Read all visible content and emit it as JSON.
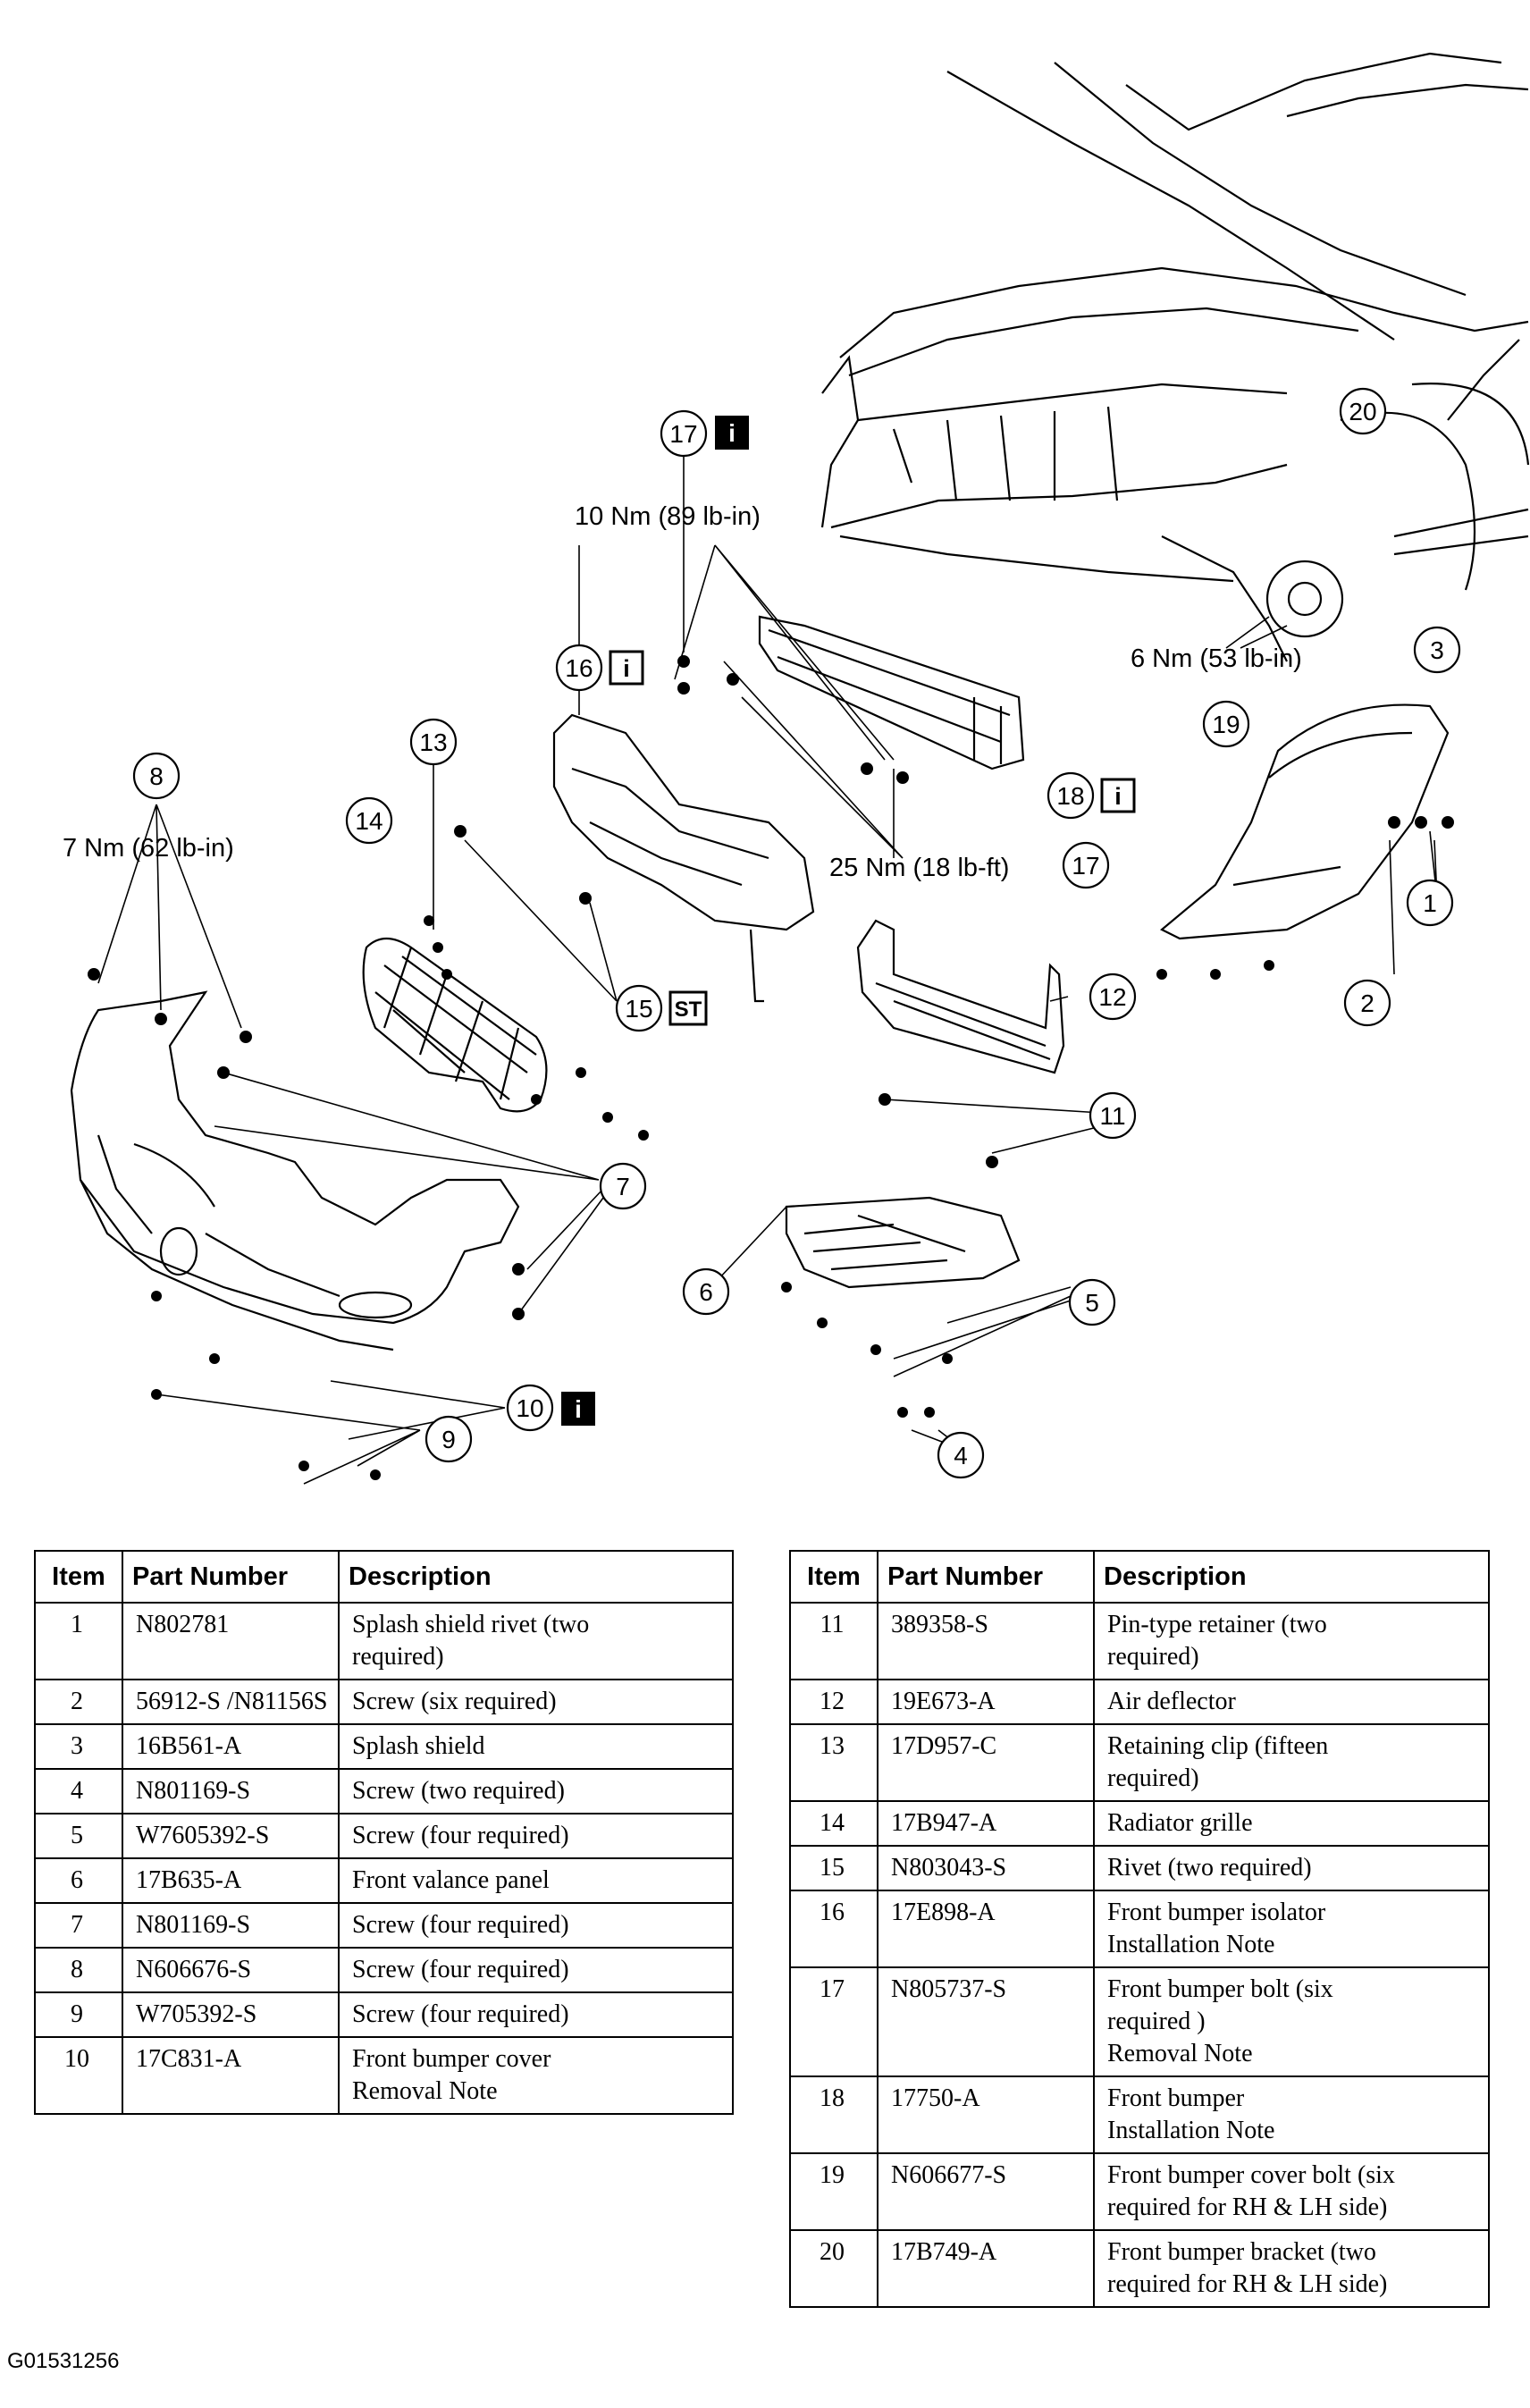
{
  "figure_code": "G01531256",
  "callouts": {
    "c1": "1",
    "c2": "2",
    "c3": "3",
    "c4": "4",
    "c5": "5",
    "c6": "6",
    "c7": "7",
    "c8": "8",
    "c9": "9",
    "c10": "10",
    "c11": "11",
    "c12": "12",
    "c13": "13",
    "c14": "14",
    "c15": "15",
    "c16": "16",
    "c17a": "17",
    "c17b": "17",
    "c18": "18",
    "c19": "19",
    "c20": "20"
  },
  "badges": {
    "info": "i",
    "special_tool": "ST"
  },
  "torque": {
    "t17": "10 Nm (89 lb-in)",
    "t19": "6 Nm (53 lb-in)",
    "t8": "7 Nm (62 lb-in)",
    "t17b": "25 Nm (18 lb-ft)"
  },
  "table_headers": {
    "item": "Item",
    "part": "Part Number",
    "desc": "Description"
  },
  "table_left": [
    {
      "item": "1",
      "part": "N802781",
      "desc": [
        "Splash shield rivet (two",
        "required)"
      ]
    },
    {
      "item": "2",
      "part": "56912-S /N81156S",
      "desc": [
        "Screw (six required)"
      ]
    },
    {
      "item": "3",
      "part": "16B561-A",
      "desc": [
        "Splash shield"
      ]
    },
    {
      "item": "4",
      "part": "N801169-S",
      "desc": [
        "Screw (two required)"
      ]
    },
    {
      "item": "5",
      "part": "W7605392-S",
      "desc": [
        "Screw (four required)"
      ]
    },
    {
      "item": "6",
      "part": "17B635-A",
      "desc": [
        "Front valance panel"
      ]
    },
    {
      "item": "7",
      "part": "N801169-S",
      "desc": [
        "Screw (four required)"
      ]
    },
    {
      "item": "8",
      "part": "N606676-S",
      "desc": [
        "Screw (four required)"
      ]
    },
    {
      "item": "9",
      "part": "W705392-S",
      "desc": [
        "Screw (four required)"
      ]
    },
    {
      "item": "10",
      "part": "17C831-A",
      "desc": [
        "Front bumper cover",
        "Removal Note"
      ]
    }
  ],
  "table_right": [
    {
      "item": "11",
      "part": "389358-S",
      "desc": [
        "Pin-type retainer (two",
        "required)"
      ]
    },
    {
      "item": "12",
      "part": "19E673-A",
      "desc": [
        "Air deflector"
      ]
    },
    {
      "item": "13",
      "part": "17D957-C",
      "desc": [
        "Retaining clip (fifteen",
        "required)"
      ]
    },
    {
      "item": "14",
      "part": "17B947-A",
      "desc": [
        "Radiator grille"
      ]
    },
    {
      "item": "15",
      "part": "N803043-S",
      "desc": [
        "Rivet (two required)"
      ]
    },
    {
      "item": "16",
      "part": "17E898-A",
      "desc": [
        "Front bumper isolator",
        "Installation Note"
      ]
    },
    {
      "item": "17",
      "part": "N805737-S",
      "desc": [
        "Front bumper bolt (six",
        "required )",
        "Removal Note"
      ]
    },
    {
      "item": "18",
      "part": "17750-A",
      "desc": [
        "Front bumper",
        "Installation Note"
      ]
    },
    {
      "item": "19",
      "part": "N606677-S",
      "desc": [
        "Front bumper cover bolt (six",
        "required for RH & LH side)"
      ]
    },
    {
      "item": "20",
      "part": "17B749-A",
      "desc": [
        "Front bumper bracket (two",
        "required for RH & LH side)"
      ]
    }
  ]
}
